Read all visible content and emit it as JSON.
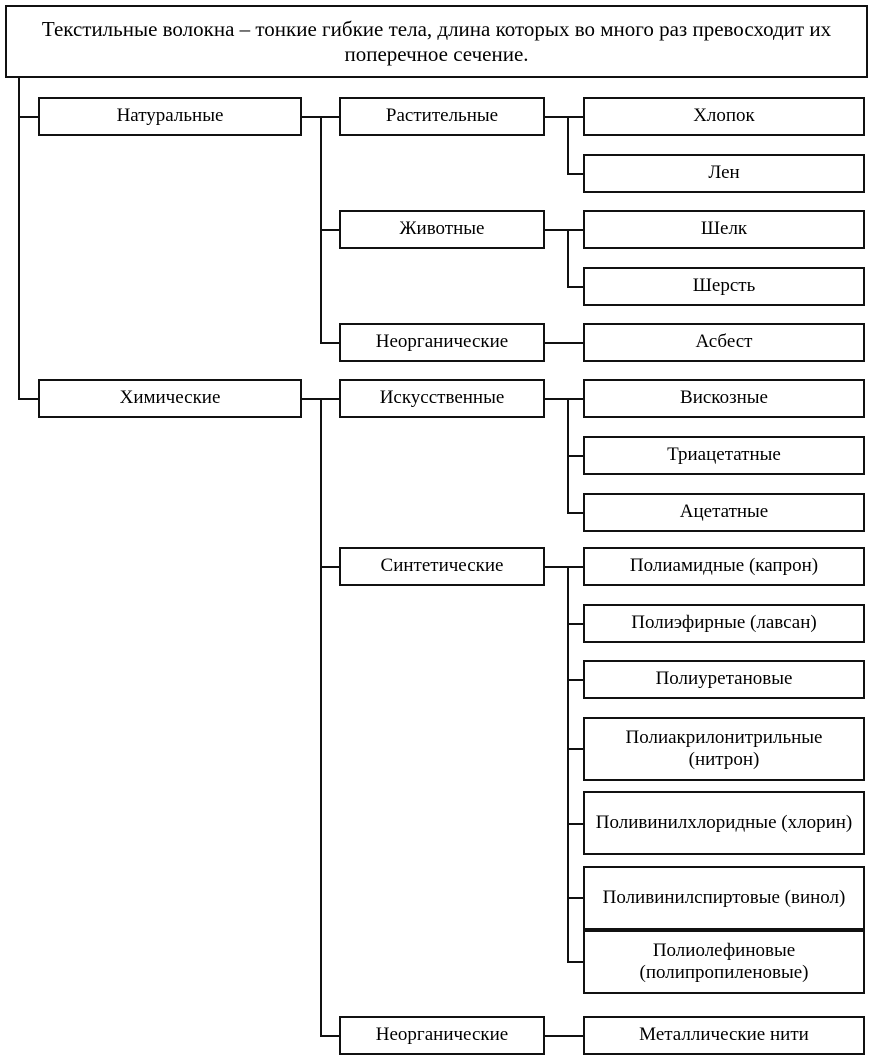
{
  "diagram": {
    "title": "Текстильные волокна – тонкие гибкие тела, длина которых во много раз превосходит их поперечное сечение.",
    "root": {
      "label": "Текстильные волокна – тонкие гибкие тела, длина которых во много раз превосходит их поперечное сечение."
    },
    "level1": [
      {
        "id": "natural",
        "label": "Натуральные"
      },
      {
        "id": "chemical",
        "label": "Химические"
      }
    ],
    "level2": [
      {
        "id": "plant",
        "label": "Растительные",
        "parent": "natural"
      },
      {
        "id": "animal",
        "label": "Животные",
        "parent": "natural"
      },
      {
        "id": "inorganic-nat",
        "label": "Неорганические",
        "parent": "natural"
      },
      {
        "id": "artificial",
        "label": "Искусственные",
        "parent": "chemical"
      },
      {
        "id": "synthetic",
        "label": "Синтетические",
        "parent": "chemical"
      },
      {
        "id": "inorganic-chem",
        "label": "Неорганические",
        "parent": "chemical"
      }
    ],
    "level3": [
      {
        "id": "cotton",
        "label": "Хлопок",
        "parent": "plant"
      },
      {
        "id": "flax",
        "label": "Лен",
        "parent": "plant"
      },
      {
        "id": "silk",
        "label": "Шелк",
        "parent": "animal"
      },
      {
        "id": "wool",
        "label": "Шерсть",
        "parent": "animal"
      },
      {
        "id": "asbestos",
        "label": "Асбест",
        "parent": "inorganic-nat"
      },
      {
        "id": "viscose",
        "label": "Вискозные",
        "parent": "artificial"
      },
      {
        "id": "triacetate",
        "label": "Триацетатные",
        "parent": "artificial"
      },
      {
        "id": "acetate",
        "label": "Ацетатные",
        "parent": "artificial"
      },
      {
        "id": "polyamide",
        "label": "Полиамидные (капрон)",
        "parent": "synthetic"
      },
      {
        "id": "polyester",
        "label": "Полиэфирные (лавсан)",
        "parent": "synthetic"
      },
      {
        "id": "polyurethane",
        "label": "Полиуретановые",
        "parent": "synthetic"
      },
      {
        "id": "pan",
        "label": "Полиакрилонитрильные (нитрон)",
        "parent": "synthetic"
      },
      {
        "id": "pvc",
        "label": "Поливинилхлоридные (хлорин)",
        "parent": "synthetic"
      },
      {
        "id": "pva",
        "label": "Поливинилспиртовые (винол)",
        "parent": "synthetic"
      },
      {
        "id": "polyolefin",
        "label": "Полиолефиновые (полипропиленовые)",
        "parent": "synthetic"
      },
      {
        "id": "metal-threads",
        "label": "Металлические нити",
        "parent": "inorganic-chem"
      }
    ],
    "colors": {
      "stroke": "#111111",
      "background": "#ffffff",
      "text": "#000000"
    }
  }
}
